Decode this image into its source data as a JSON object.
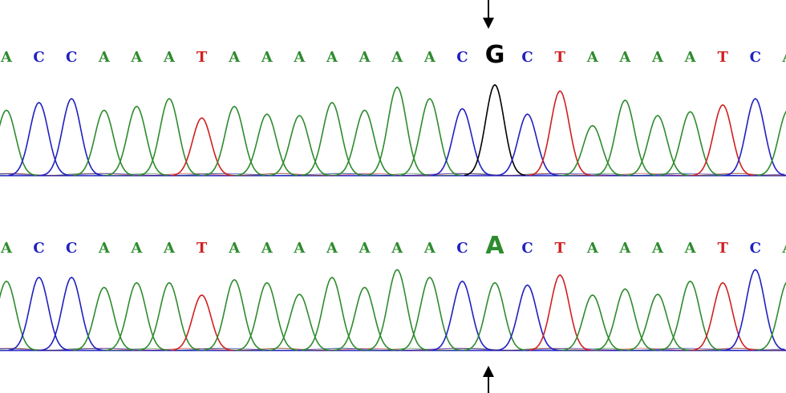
{
  "colors": {
    "A": "#2e8b2e",
    "C": "#2020c0",
    "G": "#000000",
    "T": "#d02020",
    "baseline": "#2020c0",
    "arrow": "#000000"
  },
  "tracks": [
    {
      "id": "top",
      "bases": [
        "A",
        "C",
        "C",
        "A",
        "A",
        "A",
        "T",
        "A",
        "A",
        "A",
        "A",
        "A",
        "A",
        "A",
        "C",
        "G",
        "C",
        "T",
        "A",
        "A",
        "A",
        "A",
        "T",
        "C",
        "A"
      ],
      "highlight_index": 15,
      "peak_levels": [
        0.85,
        0.95,
        1.0,
        0.85,
        0.9,
        1.0,
        0.75,
        0.9,
        0.8,
        0.78,
        0.95,
        0.85,
        1.15,
        1.0,
        0.87,
        1.18,
        0.8,
        1.1,
        0.65,
        0.98,
        0.78,
        0.83,
        0.92,
        1.0,
        0.85
      ],
      "marker": "arrow-down-above"
    },
    {
      "id": "bottom",
      "bases": [
        "A",
        "C",
        "C",
        "A",
        "A",
        "A",
        "T",
        "A",
        "A",
        "A",
        "A",
        "A",
        "A",
        "A",
        "C",
        "A",
        "C",
        "T",
        "A",
        "A",
        "A",
        "A",
        "T",
        "C",
        "A"
      ],
      "highlight_index": 15,
      "peak_levels": [
        0.9,
        0.95,
        0.95,
        0.82,
        0.88,
        0.88,
        0.72,
        0.92,
        0.88,
        0.73,
        0.95,
        0.82,
        1.05,
        0.95,
        0.9,
        0.88,
        0.85,
        0.98,
        0.72,
        0.8,
        0.73,
        0.9,
        0.88,
        1.05,
        0.9
      ],
      "marker": "arrow-up-below"
    }
  ]
}
